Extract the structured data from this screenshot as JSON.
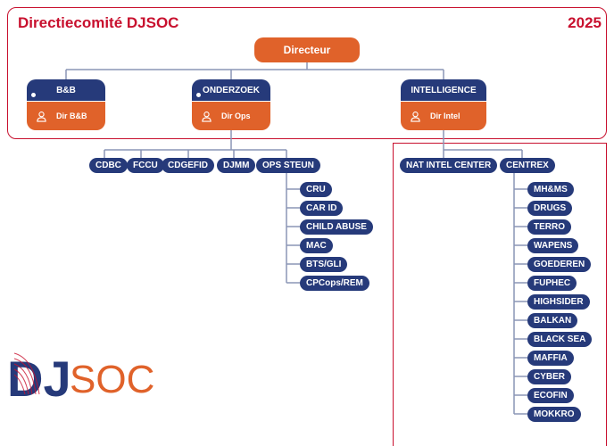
{
  "header": {
    "title": "Directiecomité DJSOC",
    "year": "2025"
  },
  "director": "Directeur",
  "departments": [
    {
      "name": "B&B",
      "head": "Dir B&B"
    },
    {
      "name": "ONDERZOEK",
      "head": "Dir Ops"
    },
    {
      "name": "INTELLIGENCE",
      "head": "Dir Intel"
    }
  ],
  "ops_units": [
    "CDBC",
    "FCCU",
    "CDGEFID",
    "DJMM",
    "OPS STEUN"
  ],
  "ops_steun_units": [
    "CRU",
    "CAR ID",
    "CHILD ABUSE",
    "MAC",
    "BTS/GLI",
    "CPCops/REM"
  ],
  "intel_units": [
    "NAT INTEL CENTER",
    "CENTREX"
  ],
  "centrex_units": [
    "MH&MS",
    "DRUGS",
    "TERRO",
    "WAPENS",
    "GOEDEREN",
    "FUPHEC",
    "HIGHSIDER",
    "BALKAN",
    "BLACK SEA",
    "MAFFIA",
    "CYBER",
    "ECOFIN",
    "MOKKRO"
  ],
  "logo": {
    "text_dj": "DJ",
    "text_soc": "SOC"
  },
  "colors": {
    "navy": "#263a7a",
    "orange": "#e0622a",
    "red": "#c8102e",
    "line": "#8a95b5"
  }
}
